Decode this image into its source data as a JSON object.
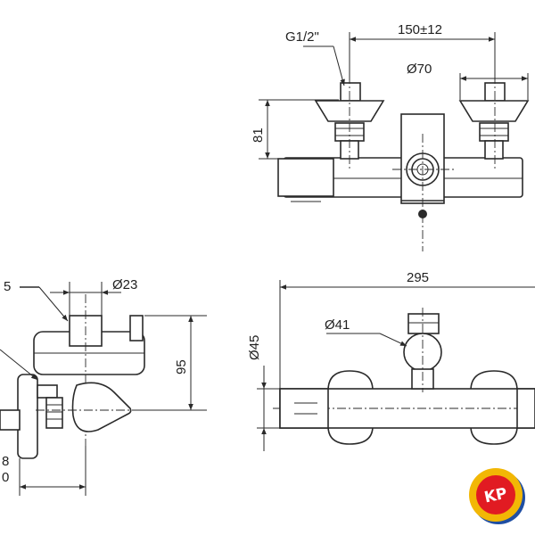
{
  "dimensions": {
    "thread": "G1/2\"",
    "centers": "150±12",
    "flange_dia": "Ø70",
    "top_height": "81",
    "total_length": "295",
    "body_dia": "Ø45",
    "knob_dia": "Ø41",
    "outlet_dia": "Ø23",
    "side_height": "95",
    "partial_top": "5",
    "partial_bottom_1": "8",
    "partial_bottom_2": "0"
  },
  "logo": {
    "text": "KP",
    "colors": {
      "ring": "#f2b705",
      "inner": "#e11b22",
      "shadow": "#1f4ea3"
    }
  }
}
